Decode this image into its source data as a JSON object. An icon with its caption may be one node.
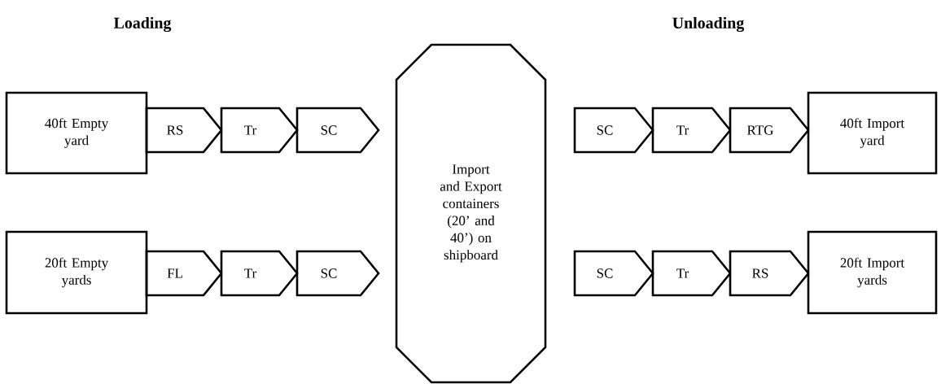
{
  "diagram": {
    "nodes": [
      {
        "text": [
          "40ft Empty yard"
        ]
      },
      {
        "text": [
          "RS"
        ]
      },
      {
        "text": [
          "Tr"
        ]
      },
      {
        "text": [
          "SC"
        ]
      },
      {
        "text": [
          "20ft Empty yards"
        ]
      },
      {
        "text": [
          "FL"
        ]
      },
      {
        "text": [
          "Tr"
        ]
      },
      {
        "text": [
          "SC"
        ]
      },
      {
        "text": [
          "Import and Export containers (20’ and 40’) on shipboard"
        ]
      },
      {
        "text": [
          "SC"
        ]
      },
      {
        "text": [
          "Tr"
        ]
      },
      {
        "text": [
          "RTG"
        ]
      },
      {
        "text": [
          "40ft Import yard"
        ]
      },
      {
        "text": [
          "SC"
        ]
      },
      {
        "text": [
          "Tr"
        ]
      },
      {
        "text": [
          "RS"
        ]
      },
      {
        "text": [
          "20ft Import yards"
        ]
      }
    ],
    "labels": [
      "Loading",
      "Unloading"
    ]
  }
}
